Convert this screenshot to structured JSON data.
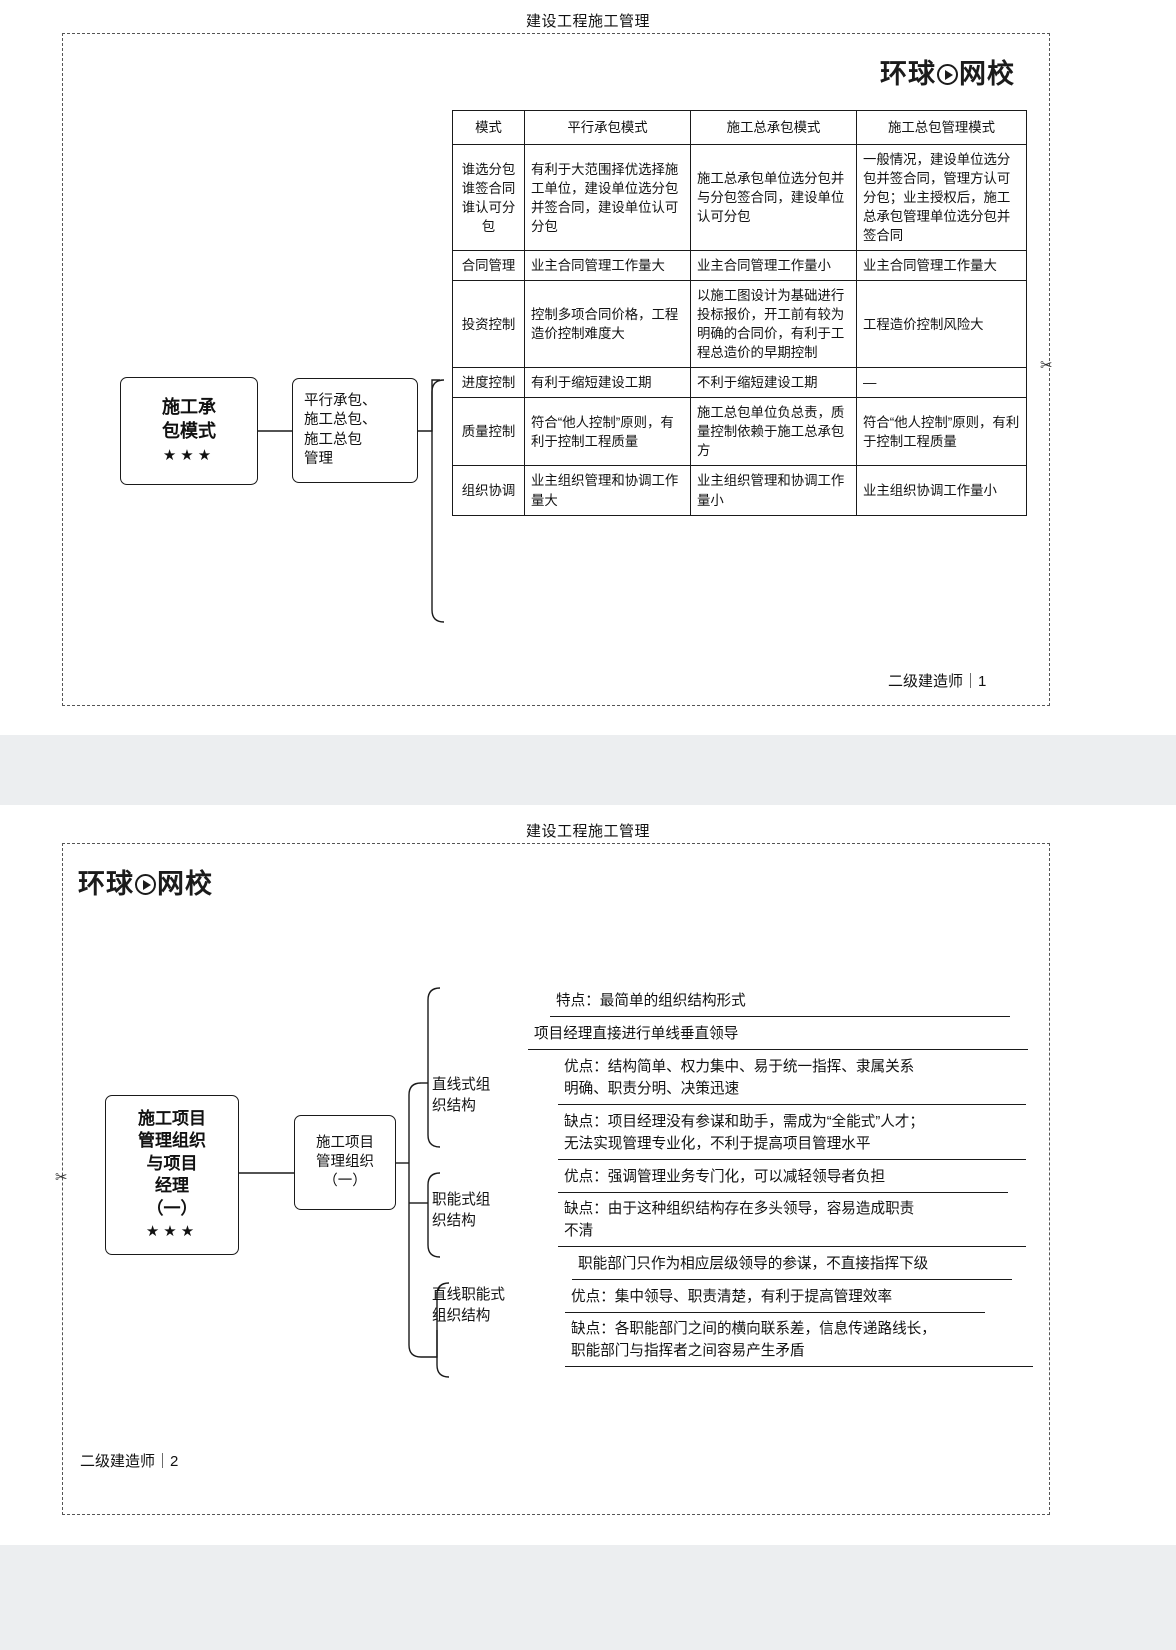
{
  "brand": {
    "logo_text_left": "环球",
    "logo_text_right": "网校",
    "logo_icon": "play-circle-icon"
  },
  "slide1": {
    "header_title": "建设工程施工管理",
    "footer": "二级建造师｜1",
    "root_node": {
      "line1": "施工承",
      "line2": "包模式",
      "stars": "★★★"
    },
    "branch_node": "平行承包、\n施工总包、\n施工总包\n管理",
    "table": {
      "headers": [
        "模式",
        "平行承包模式",
        "施工总承包模式",
        "施工总包管理模式"
      ],
      "rows": [
        {
          "label": "谁选分包\n谁签合同\n谁认可分\n包",
          "cells": [
            "有利于大范围择优选择施工单位，建设单位选分包并签合同，建设单位认可分包",
            "施工总承包单位选分包并与分包签合同，建设单位认可分包",
            "一般情况，建设单位选分包并签合同，管理方认可分包；业主授权后，施工总承包管理单位选分包并签合同"
          ]
        },
        {
          "label": "合同管理",
          "cells": [
            "业主合同管理工作量大",
            "业主合同管理工作量小",
            "业主合同管理工作量大"
          ]
        },
        {
          "label": "投资控制",
          "cells": [
            "控制多项合同价格，工程造价控制难度大",
            "以施工图设计为基础进行投标报价，开工前有较为明确的合同价，有利于工程总造价的早期控制",
            "工程造价控制风险大"
          ]
        },
        {
          "label": "进度控制",
          "cells": [
            "有利于缩短建设工期",
            "不利于缩短建设工期",
            "—"
          ]
        },
        {
          "label": "质量控制",
          "cells": [
            "符合“他人控制”原则，有利于控制工程质量",
            "施工总包单位负总责，质量控制依赖于施工总承包方",
            "符合“他人控制”原则，有利于控制工程质量"
          ]
        },
        {
          "label": "组织协调",
          "cells": [
            "业主组织管理和协调工作量大",
            "业主组织管理和协调工作量小",
            "业主组织协调工作量小"
          ]
        }
      ]
    }
  },
  "slide2": {
    "header_title": "建设工程施工管理",
    "footer": "二级建造师｜2",
    "root_node": {
      "text": "施工项目\n管理组织\n与项目\n经理\n（一）",
      "stars": "★★★"
    },
    "branch_node": "施工项目\n管理组织\n（一）",
    "groups": [
      {
        "label": "直线式组\n织结构",
        "items": [
          "特点：最简单的组织结构形式",
          "项目经理直接进行单线垂直领导",
          "优点：结构简单、权力集中、易于统一指挥、隶属关系\n明确、职责分明、决策迅速",
          "缺点：项目经理没有参谋和助手，需成为“全能式”人才；\n无法实现管理专业化，不利于提高项目管理水平"
        ]
      },
      {
        "label": "职能式组\n织结构",
        "items": [
          "优点：强调管理业务专门化，可以减轻领导者负担",
          "缺点：由于这种组织结构存在多头领导，容易造成职责\n不清"
        ]
      },
      {
        "label": "直线职能式\n组织结构",
        "items": [
          "职能部门只作为相应层级领导的参谋，不直接指挥下级",
          "优点：集中领导、职责清楚，有利于提高管理效率",
          "缺点：各职能部门之间的横向联系差，信息传递路线长，\n职能部门与指挥者之间容易产生矛盾"
        ]
      }
    ]
  },
  "cut_mark_glyph": "✂"
}
